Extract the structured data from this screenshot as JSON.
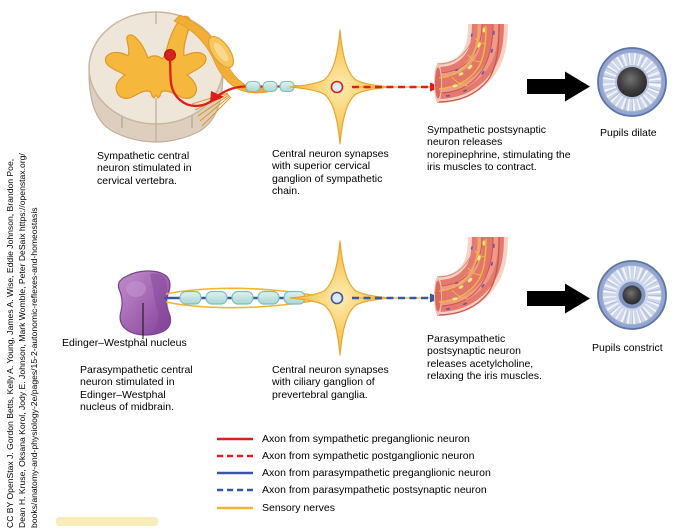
{
  "attribution": {
    "line1": "CC BY OpenStax J. Gordon Betts, Kelly A. Young, James A. Wise, Eddie Johnson, Brandon Poe,",
    "line2": "Dean H. Kruse, Oksana Korol, Jody E. Johnson, Mark Womble, Peter DeSaix https://openstax.org/",
    "line3": "books/anatomy-and-physiology-2e/pages/15-2-autonomic-reflexes-and-homeostasis"
  },
  "sympathetic": {
    "step1_label": "Sympathetic central neuron stimulated in cervical vertebra.",
    "step2_label": "Central neuron synapses with superior cervical ganglion of sympathetic chain.",
    "step3_label": "Sympathetic postsynaptic neuron releases norepinephrine, stimulating the iris muscles to contract.",
    "outcome_label": "Pupils dilate"
  },
  "parasympathetic": {
    "nucleus_label": "Edinger–Westphal nucleus",
    "step1_label": "Parasympathetic central neuron stimulated in Edinger–Westphal nucleus of midbrain.",
    "step2_label": "Central neuron synapses with ciliary ganglion of prevertebral ganglia.",
    "step3_label": "Parasympathetic postsynaptic neuron releases acetylcholine, relaxing the iris muscles.",
    "outcome_label": "Pupils constrict"
  },
  "legend": {
    "items": [
      {
        "label": "Axon from sympathetic preganglionic neuron",
        "style": "solid",
        "color": "#DD1F1A"
      },
      {
        "label": "Axon from sympathetic postganglionic neuron",
        "style": "dashed",
        "color": "#DD1F1A"
      },
      {
        "label": "Axon from parasympathetic preganglionic neuron",
        "style": "solid",
        "color": "#3A57A7"
      },
      {
        "label": "Axon from parasympathetic postsynaptic neuron",
        "style": "dashed",
        "color": "#3A57A7"
      },
      {
        "label": "Sensory nerves",
        "style": "solid",
        "color": "#F0B42F"
      }
    ]
  },
  "palette": {
    "sympathetic_axon_red": "#DD1F1A",
    "parasympathetic_axon_blue": "#3A57A7",
    "sensory_nerve_gold": "#F0B42F",
    "neuron_body_yellow": "#F6BE47",
    "myelin_teal": "#BFE0DD",
    "spinal_cord_beige": "#EFE6DA",
    "gray_matter_orange": "#F5B83D",
    "edinger_westphal_purple": "#A263B1",
    "iris_muscle_pink": "#E4756A",
    "eye_iris_blue": "#CDD6EB",
    "pupil_gray": "#3C3C3C",
    "arrow_black": "#000000"
  }
}
